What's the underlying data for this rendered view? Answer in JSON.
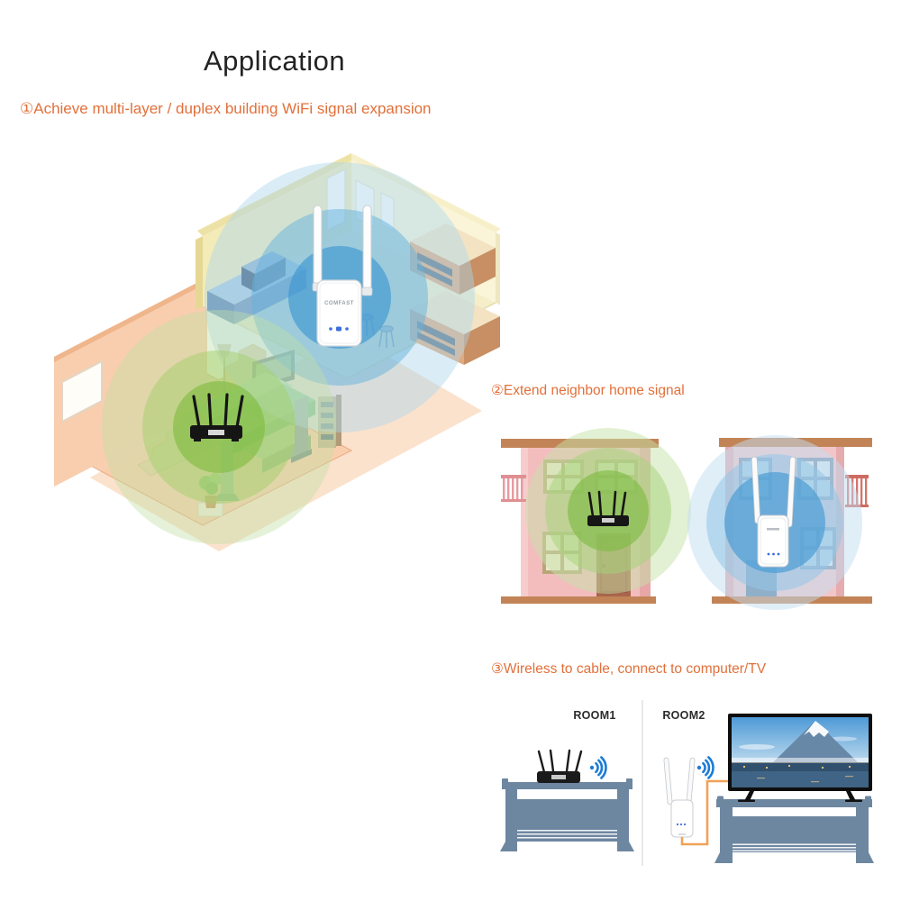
{
  "page": {
    "title": "Application"
  },
  "sections": {
    "multi_layer": {
      "label": "①Achieve multi-layer / duplex building WiFi signal expansion"
    },
    "neighbor": {
      "label": "②Extend neighbor home signal"
    },
    "wireless_to_cable": {
      "label": "③Wireless to cable, connect to computer/TV"
    }
  },
  "rooms": {
    "room1_label": "ROOM1",
    "room2_label": "ROOM2"
  },
  "devices": {
    "repeater_brand": "COMFAST"
  },
  "colors": {
    "accent_orange": "#E2703A",
    "title_text": "#232323",
    "signal_blue_inner": "#3E97D3",
    "signal_blue_mid": "#66B1DE",
    "signal_blue_outer": "#AED7EE",
    "signal_green_inner": "#7FBC3F",
    "signal_green_mid": "#A3CF6C",
    "signal_green_outer": "#C2DFA4",
    "roof_brown": "#C28457",
    "building1_pink": "#F3BDBE",
    "building2_pink": "#F2C6C8",
    "house_wall_yellow": "#F3EBB8",
    "house_wall_peach": "#F8CEAF",
    "floor_peach": "#F8CDAC",
    "furniture_table_blue": "#6E87A1",
    "cable_orange": "#F0A257",
    "wifi_icon_blue": "#1B7CD6",
    "router_black": "#161616",
    "repeater_white": "#FFFFFF"
  }
}
